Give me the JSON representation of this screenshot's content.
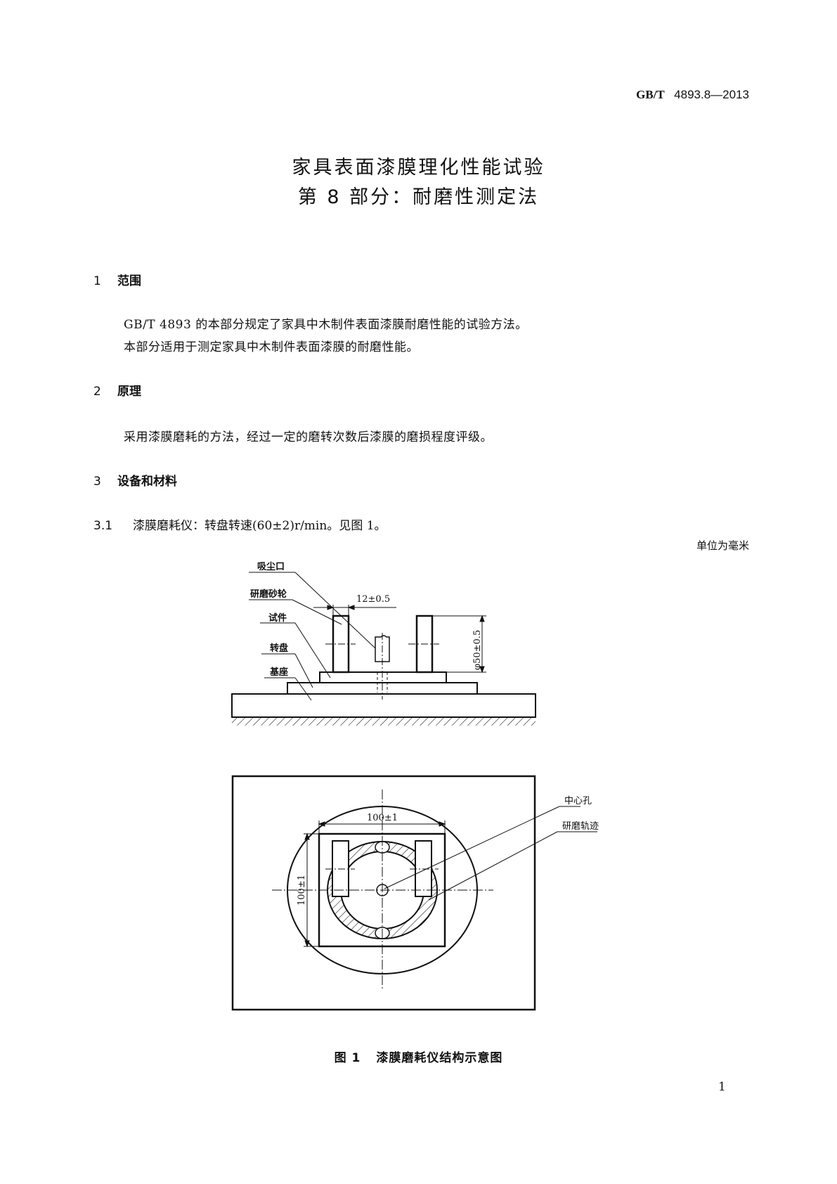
{
  "header": {
    "standard_prefix": "GB/T",
    "standard_number": "4893.8—2013"
  },
  "title": {
    "line1": "家具表面漆膜理化性能试验",
    "line2": "第 8 部分：耐磨性测定法"
  },
  "sections": [
    {
      "number": "1",
      "heading": "范围",
      "paragraphs": [
        "GB/T 4893 的本部分规定了家具中木制件表面漆膜耐磨性能的试验方法。",
        "本部分适用于测定家具中木制件表面漆膜的耐磨性能。"
      ]
    },
    {
      "number": "2",
      "heading": "原理",
      "paragraphs": [
        "采用漆膜磨耗的方法，经过一定的磨转次数后漆膜的磨损程度评级。"
      ]
    },
    {
      "number": "3",
      "heading": "设备和材料",
      "paragraphs": []
    }
  ],
  "clause_3_1": {
    "number": "3.1",
    "text": "漆膜磨耗仪：转盘转速(60±2)r/min。见图 1。"
  },
  "unit_note": "单位为毫米",
  "figure": {
    "side_view_labels": {
      "suction_port": "吸尘口",
      "grinding_wheel": "研磨砂轮",
      "specimen": "试件",
      "turntable": "转盘",
      "base": "基座"
    },
    "side_view_dimensions": {
      "wheel_width": "12±0.5",
      "wheel_diameter": "φ50±0.5"
    },
    "top_view_labels": {
      "center_hole": "中心孔",
      "grinding_track": "研磨轨迹"
    },
    "top_view_dimensions": {
      "width": "100±1",
      "height": "100±1"
    },
    "caption_number": "图 1",
    "caption_text": "漆膜磨耗仪结构示意图"
  },
  "page_number": "1"
}
